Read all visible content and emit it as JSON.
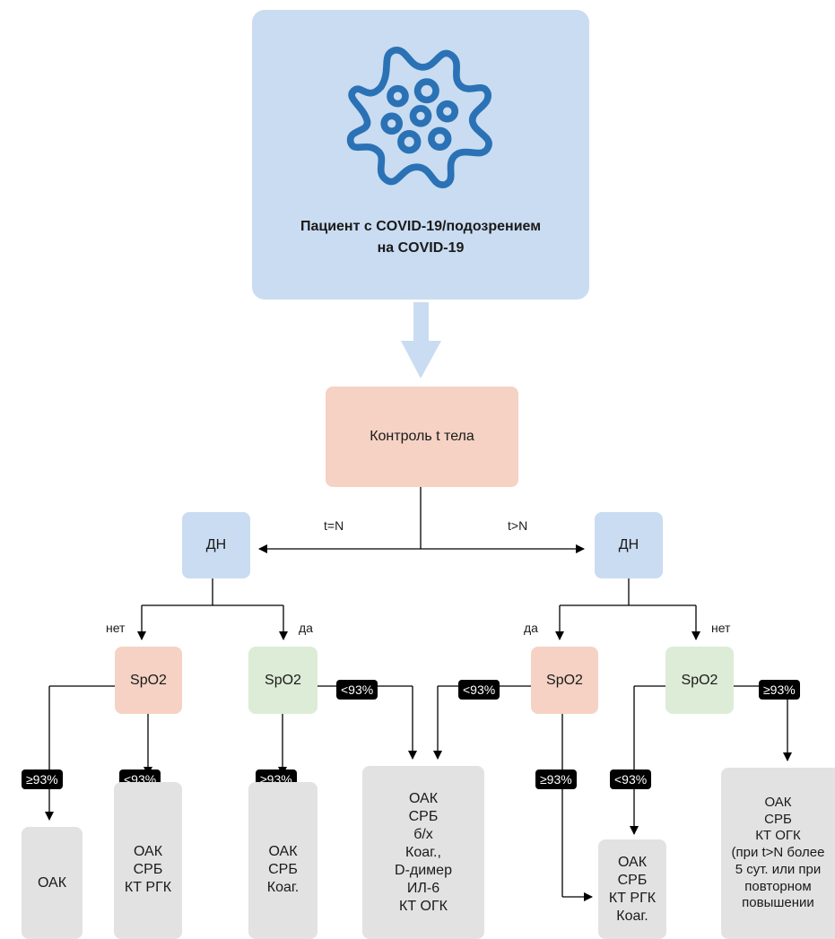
{
  "root": {
    "title": "Пациент с COVID-19/подозрением\nна COVID-19",
    "icon": "virus-icon"
  },
  "control": {
    "label": "Контроль t тела"
  },
  "branch": {
    "left_cond": "t=N",
    "right_cond": "t>N"
  },
  "left": {
    "dn": "ДН",
    "no": "нет",
    "yes": "да",
    "spo2_no": "SpO2",
    "spo2_yes": "SpO2",
    "tag_ge93_a": "≥93%",
    "tag_lt93_a": "<93%",
    "tag_ge93_b": "≥93%",
    "tag_lt93_b": "<93%",
    "result_1": "ОАК",
    "result_2": "ОАК\nСРБ\nКТ РГК",
    "result_3": "ОАК\nСРБ\nКоаг."
  },
  "center": {
    "result": "ОАК\nСРБ\nб/х\nКоаг.,\nD-димер\nИЛ-6\nКТ ОГК"
  },
  "right": {
    "dn": "ДН",
    "yes": "да",
    "no": "нет",
    "spo2_yes": "SpO2",
    "spo2_no": "SpO2",
    "tag_lt93_a": "<93%",
    "tag_ge93_a": "≥93%",
    "tag_lt93_b": "<93%",
    "tag_ge93_b": "≥93%",
    "result_1": "ОАК\nСРБ\nКТ РГК\nКоаг.",
    "result_2": "ОАК\nСРБ\nКТ ОГК\n(при t>N более\n5 сут. или при\nповторном\nповышении"
  },
  "colors": {
    "blue": "#c9dcf1",
    "icon": "#2a72b5",
    "salmon": "#f5d2c4",
    "green": "#dcecd6",
    "gray": "#e2e2e2"
  }
}
